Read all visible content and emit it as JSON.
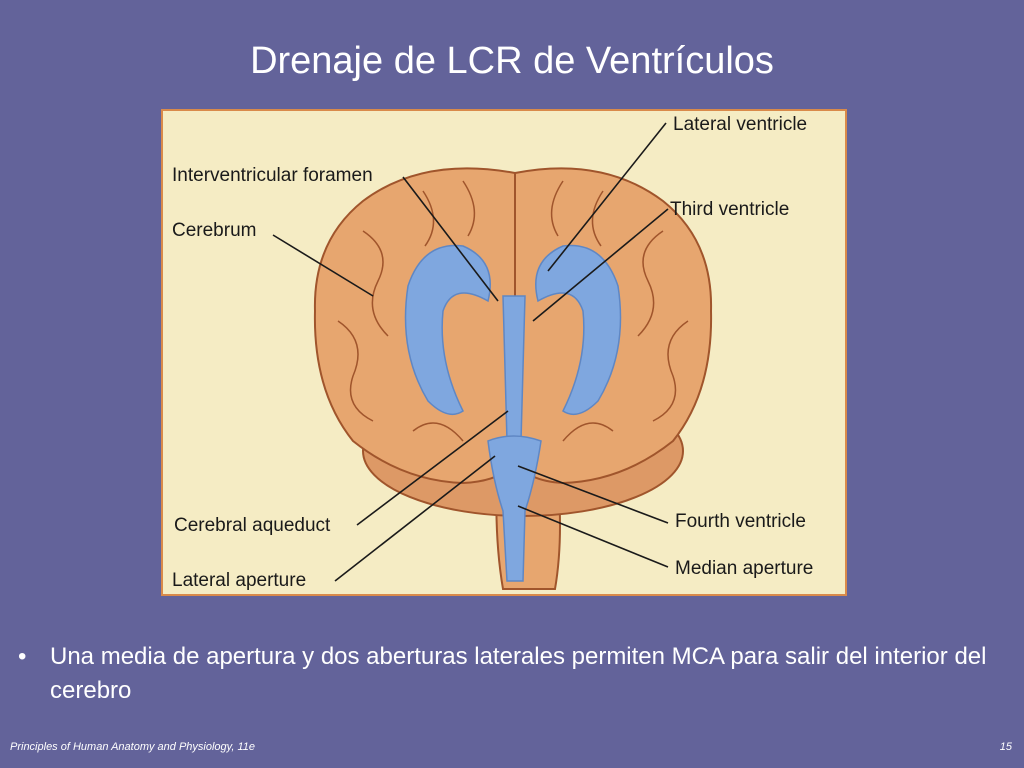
{
  "slide": {
    "title": "Drenaje de LCR de Ventrículos",
    "bullet_marker": "•",
    "bullet_text": "Una media de apertura y dos aberturas laterales permiten MCA para salir del interior del cerebro",
    "footer_source": "Principles of Human Anatomy and Physiology, 11e",
    "page_number": "15"
  },
  "diagram": {
    "labels": {
      "lateral_ventricle": "Lateral ventricle",
      "interventricular_foramen": "Interventricular foramen",
      "third_ventricle": "Third ventricle",
      "cerebrum": "Cerebrum",
      "cerebral_aqueduct": "Cerebral aqueduct",
      "fourth_ventricle": "Fourth ventricle",
      "lateral_aperture": "Lateral aperture",
      "median_aperture": "Median aperture"
    },
    "colors": {
      "background": "#63639a",
      "figure_background": "#f5ecc4",
      "figure_border": "#d98a4a",
      "brain_tissue": "#e7a66f",
      "ventricles": "#7fa7df"
    }
  }
}
